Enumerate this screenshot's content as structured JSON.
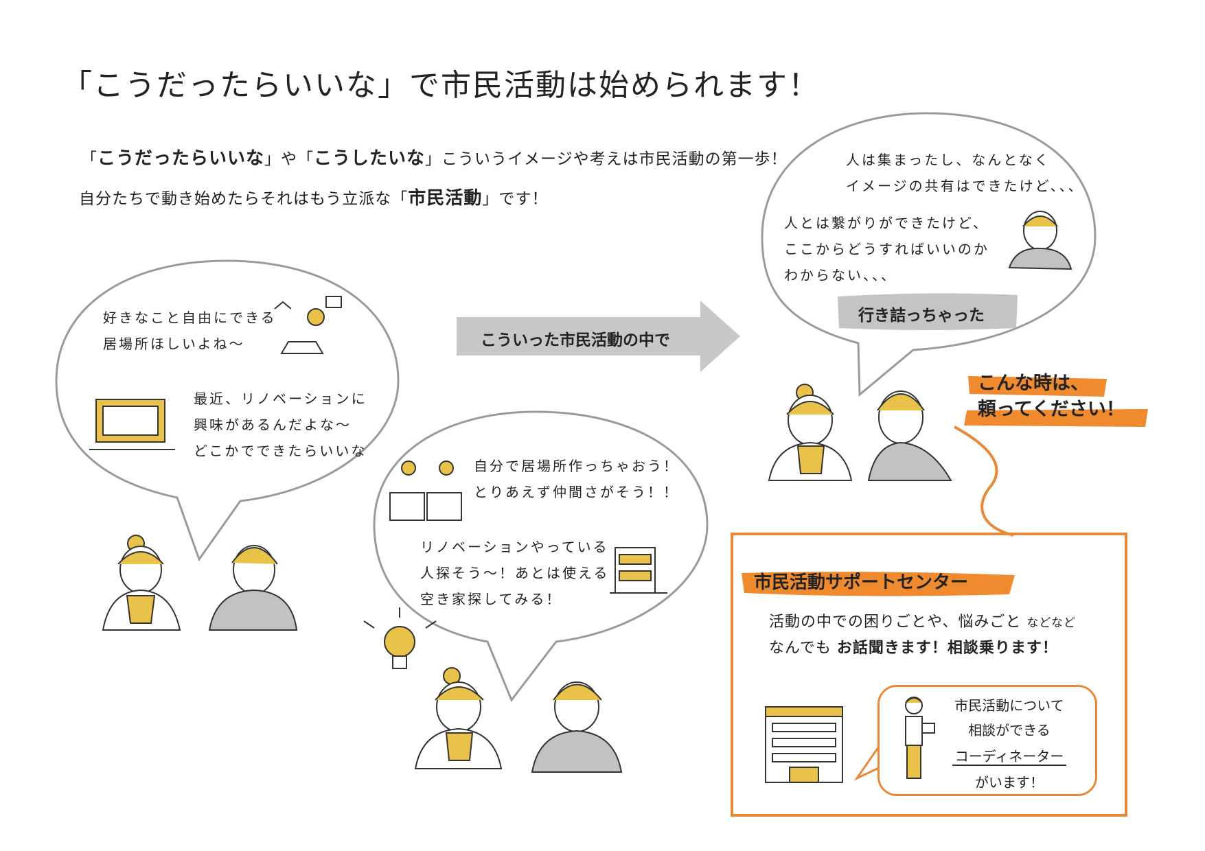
{
  "title": "「こうだったらいいな」で市民活動は始められます！",
  "intro": {
    "l1_q1": "「",
    "l1_b1": "こうだったらいいな",
    "l1_q2": "」や「",
    "l1_b2": "こうしたいな",
    "l1_rest": "」こういうイメージや考えは市民活動の第一歩！",
    "l2_pre": "自分たちで動き始めたらそれはもう立派な「",
    "l2_b": "市民活動",
    "l2_post": "」です！"
  },
  "bubble1": {
    "line1": "好きなこと自由にできる",
    "line2": "居場所ほしいよね～",
    "line3": "最近、リノベーションに",
    "line4": "興味があるんだよな～",
    "line5": "どこかでできたらいいな"
  },
  "arrow_label": "こういった市民活動の中で",
  "bubble2": {
    "line1": "自分で居場所作っちゃおう！",
    "line2": "とりあえず仲間さがそう！！",
    "line3": "リノベーションやっている",
    "line4": "人探そう～！あとは使える",
    "line5": "空き家探してみる！"
  },
  "bubble3": {
    "line1": "人は集まったし、なんとなく",
    "line2": "イメージの共有はできたけど、、、",
    "line3": "人とは繋がりができたけど、",
    "line4": "ここからどうすればいいのか",
    "line5": "わからない、、、",
    "stuck": "行き詰っちゃった"
  },
  "callout": {
    "line1": "こんな時は、",
    "line2": "頼ってください！"
  },
  "support": {
    "title": "市民活動サポートセンター",
    "line1_main": "活動の中での困りごとや、悩みごと",
    "line1_small": "などなど",
    "line2_pre": "なんでも",
    "line2_bold": "お話聞きます！相談乗ります！"
  },
  "coordinator": {
    "line1": "市民活動について",
    "line2": "相談ができる",
    "line3": "コーディネーター",
    "line4": "がいます！"
  },
  "colors": {
    "accent_orange": "#e8893a",
    "person_yellow": "#e9c24a",
    "gray": "#b5b5b5"
  }
}
